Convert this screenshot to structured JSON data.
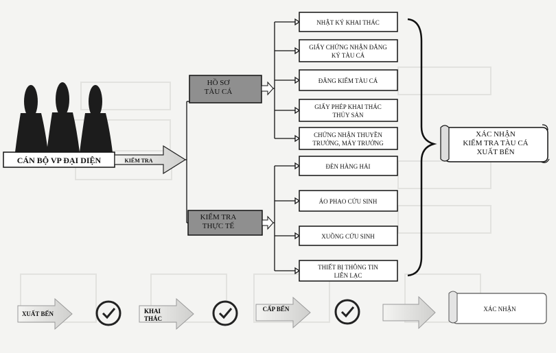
{
  "officials": {
    "label": "CÁN BỘ VP ĐẠI DIỆN",
    "action_arrow_label": "KIỂM TRA"
  },
  "groups": {
    "vessel_documents": {
      "line1": "HỒ SƠ",
      "line2": "TÀU CÁ"
    },
    "field_check": {
      "line1": "KIỂM TRA",
      "line2": "THỰC TẾ"
    }
  },
  "document_items": [
    {
      "line1": "NHẬT KÝ KHAI THÁC",
      "line2": ""
    },
    {
      "line1": "GIẤY CHỨNG NHẬN ĐĂNG",
      "line2": "KÝ TÀU CÁ"
    },
    {
      "line1": "ĐĂNG KIỂM TÀU CÁ",
      "line2": ""
    },
    {
      "line1": "GIẤY PHÉP KHAI THÁC",
      "line2": "THỦY SẢN"
    },
    {
      "line1": "CHỨNG NHẬN THUYỀN",
      "line2": "TRƯỞNG, MÁY TRƯỞNG"
    }
  ],
  "field_items": [
    {
      "line1": "ĐÈN HÀNG HẢI",
      "line2": ""
    },
    {
      "line1": "ÁO PHAO CỨU SINH",
      "line2": ""
    },
    {
      "line1": "XUỒNG CỨU SINH",
      "line2": ""
    },
    {
      "line1": "THIẾT BỊ THÔNG TIN",
      "line2": "LIÊN LẠC"
    }
  ],
  "result_scroll": {
    "line1": "XÁC NHẬN",
    "line2": "KIỂM TRA TÀU CÁ",
    "line3": "XUẤT BẾN"
  },
  "bottom_flow": {
    "step1": "XUẤT BẾN",
    "step2_line1": "KHAI",
    "step2_line2": "THÁC",
    "step3": "CẤP BẾN",
    "final": "XÁC NHẬN"
  },
  "colors": {
    "group_box_fill": "#8f8f8f",
    "line": "#111111",
    "arrow_fill": "#e8e8e6",
    "check_ring": "#222222"
  }
}
